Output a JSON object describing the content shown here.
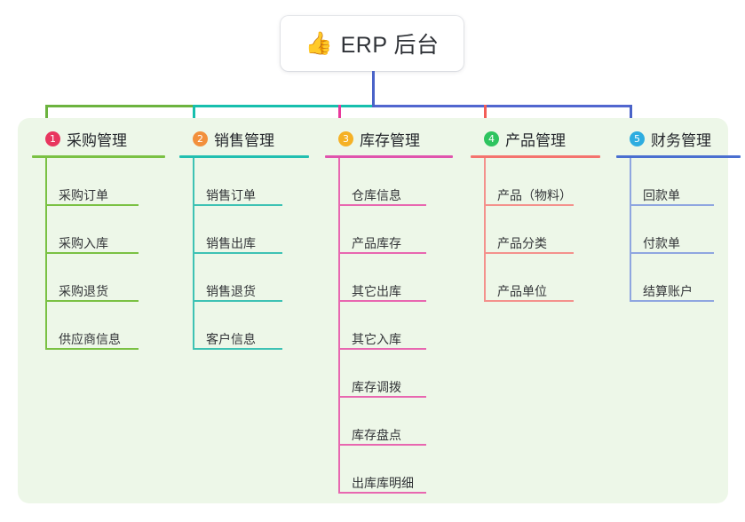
{
  "diagram": {
    "type": "mindmap-tree",
    "root": {
      "icon": "thumbs-up-icon",
      "emoji": "👍",
      "label": "ERP 后台"
    },
    "panel_background": "#edf7e8",
    "canvas_background": "#ffffff",
    "connector": {
      "root_drop_color": "#4a63c8",
      "segments": [
        {
          "color": "#6cb33f"
        },
        {
          "color": "#17bfad"
        },
        {
          "color": "#5166cf"
        }
      ]
    },
    "branches": [
      {
        "number": "1",
        "label": "采购管理",
        "badge_color": "#e8365f",
        "rule_color": "#7ac143",
        "line_color": "#7ac143",
        "drop_color": "#6cb33f",
        "children": [
          {
            "label": "采购订单"
          },
          {
            "label": "采购入库"
          },
          {
            "label": "采购退货"
          },
          {
            "label": "供应商信息"
          }
        ]
      },
      {
        "number": "2",
        "label": "销售管理",
        "badge_color": "#f2903c",
        "rule_color": "#22bfb0",
        "line_color": "#3ec2b4",
        "drop_color": "#17bfad",
        "children": [
          {
            "label": "销售订单"
          },
          {
            "label": "销售出库"
          },
          {
            "label": "销售退货"
          },
          {
            "label": "客户信息"
          }
        ]
      },
      {
        "number": "3",
        "label": "库存管理",
        "badge_color": "#f5b125",
        "rule_color": "#e054ad",
        "line_color": "#e867b0",
        "drop_color": "#e8399b",
        "children": [
          {
            "label": "仓库信息"
          },
          {
            "label": "产品库存"
          },
          {
            "label": "其它出库"
          },
          {
            "label": "其它入库"
          },
          {
            "label": "库存调拨"
          },
          {
            "label": "库存盘点"
          },
          {
            "label": "出库库明细"
          }
        ]
      },
      {
        "number": "4",
        "label": "产品管理",
        "badge_color": "#2ec45f",
        "rule_color": "#f4736e",
        "line_color": "#f4918c",
        "drop_color": "#f25d57",
        "children": [
          {
            "label": "产品（物料）"
          },
          {
            "label": "产品分类"
          },
          {
            "label": "产品单位"
          }
        ]
      },
      {
        "number": "5",
        "label": "财务管理",
        "badge_color": "#2eade0",
        "rule_color": "#4a6fd0",
        "line_color": "#8fa6e0",
        "drop_color": "#4a63c8",
        "children": [
          {
            "label": "回款单"
          },
          {
            "label": "付款单"
          },
          {
            "label": "结算账户"
          }
        ]
      }
    ]
  }
}
